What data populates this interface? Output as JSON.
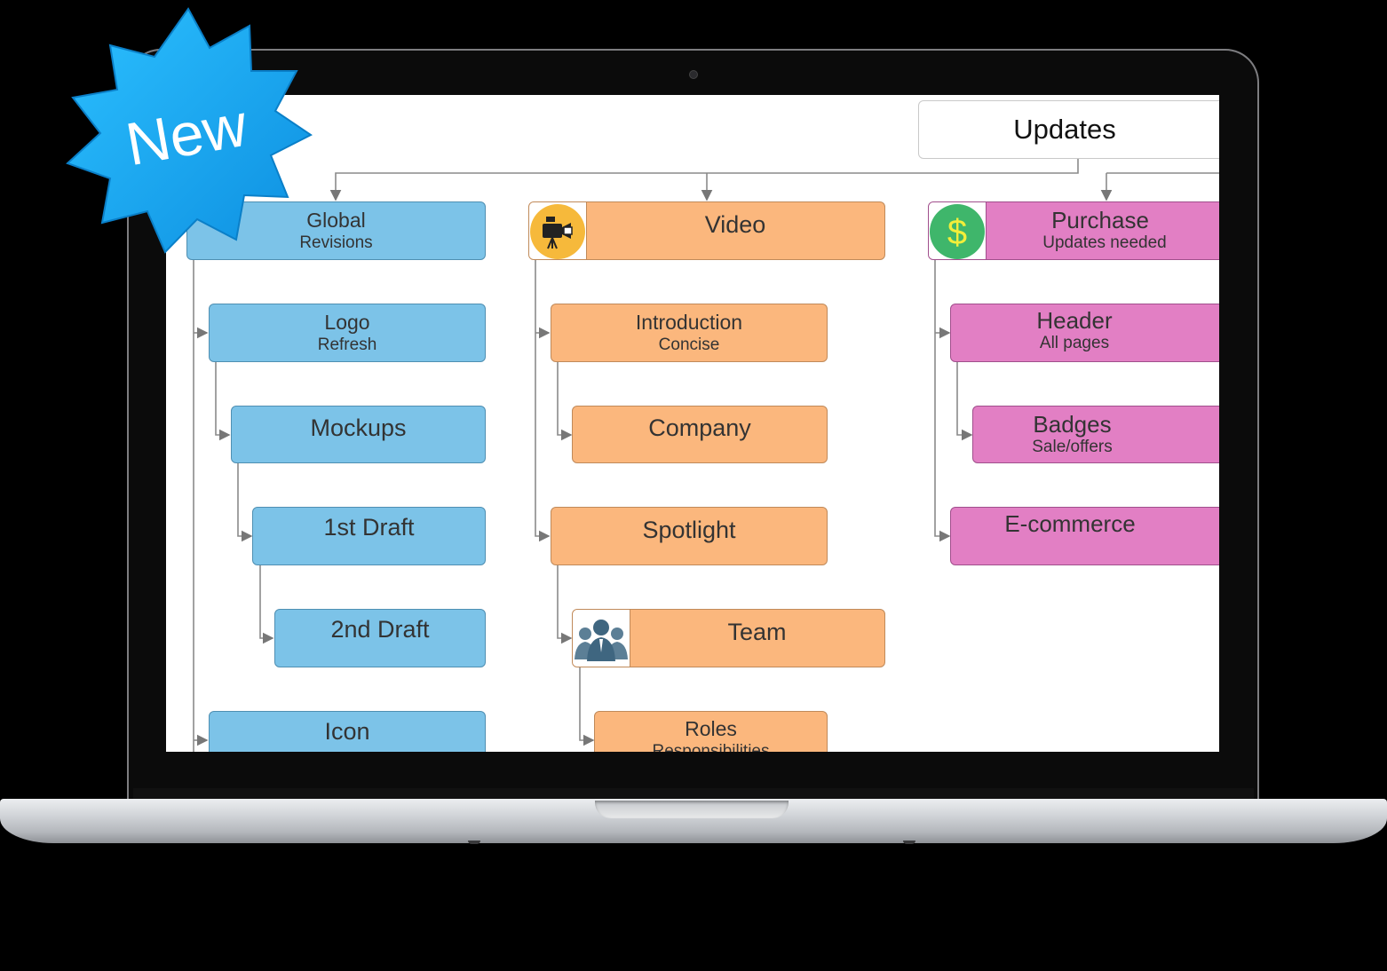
{
  "badge": {
    "label": "New",
    "color": "#15a6ec"
  },
  "diagram": {
    "root": "Updates",
    "global": {
      "title": "Global",
      "subtitle": "Revisions"
    },
    "logo": {
      "title": "Logo",
      "subtitle": "Refresh"
    },
    "mockups": {
      "title": "Mockups"
    },
    "draft1": {
      "title": "1st Draft"
    },
    "draft2": {
      "title": "2nd Draft"
    },
    "icon": {
      "title": "Icon"
    },
    "video": {
      "title": "Video",
      "icon": "video-camera-icon"
    },
    "introduction": {
      "title": "Introduction",
      "subtitle": "Concise"
    },
    "company": {
      "title": "Company"
    },
    "spotlight": {
      "title": "Spotlight"
    },
    "team": {
      "title": "Team",
      "icon": "team-people-icon"
    },
    "roles": {
      "title": "Roles",
      "subtitle": "Responsibilities"
    },
    "purchase": {
      "title": "Purchase",
      "subtitle": "Updates needed",
      "icon": "dollar-icon"
    },
    "header": {
      "title": "Header",
      "subtitle": "All pages"
    },
    "badges": {
      "title": "Badges",
      "subtitle": "Sale/offers"
    },
    "ecommerce": {
      "title": "E-commerce"
    }
  },
  "colors": {
    "blue": "#7cc3e8",
    "orange": "#fbb77d",
    "pink": "#e27fc4",
    "dollar": "#3fb66b",
    "camera": "#f6b93b"
  }
}
